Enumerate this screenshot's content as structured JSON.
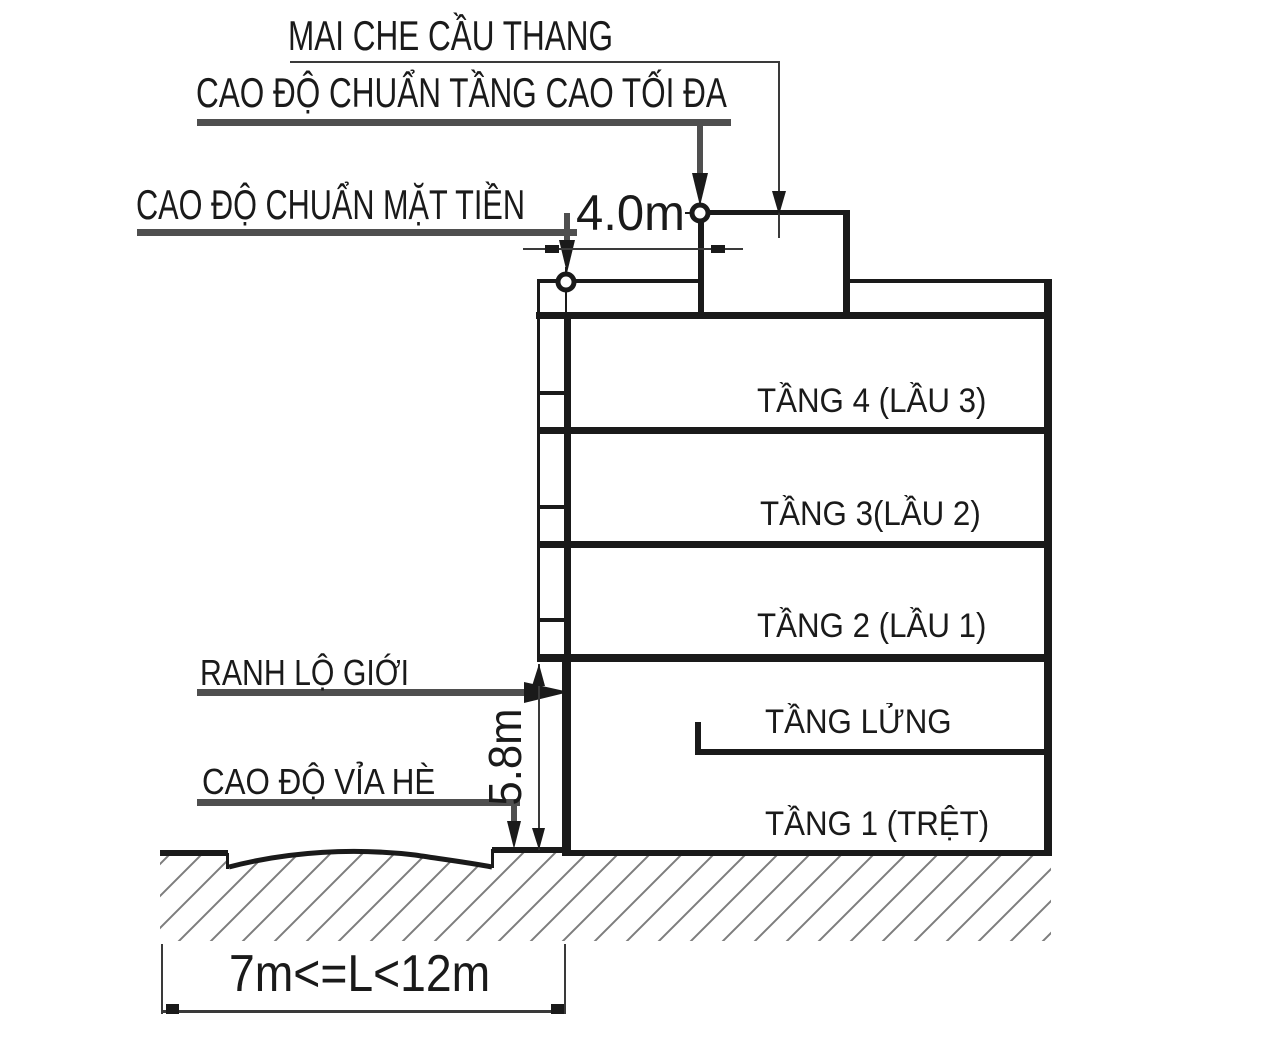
{
  "drawing": {
    "annotations": {
      "roof_canopy": "MAI CHE CẦU THANG",
      "max_height": "CAO ĐỘ CHUẨN TẦNG CAO TỐI ĐA",
      "facade_level": "CAO ĐỘ CHUẨN MẶT TIỀN",
      "road_boundary": "RANH LỘ GIỚI",
      "sidewalk_level": "CAO ĐỘ VỈA HÈ"
    },
    "dimensions": {
      "canopy_setback": "4.0m",
      "facade_height": "5.8m",
      "lot_width": "7m<=L<12m"
    },
    "floors": [
      {
        "label": "TẦNG 4 (LẦU 3)"
      },
      {
        "label": "TẦNG 3(LẦU 2)"
      },
      {
        "label": "TẦNG 2 (LẦU 1)"
      },
      {
        "label": "TẦNG LỬNG"
      },
      {
        "label": "TẦNG 1 (TRỆT)"
      }
    ],
    "colors": {
      "line": "#1a1a1a",
      "leader": "#4f4f4f",
      "thin_leader": "#3a3a3a",
      "hatch": "#7d7d7d",
      "background": "#ffffff"
    }
  }
}
